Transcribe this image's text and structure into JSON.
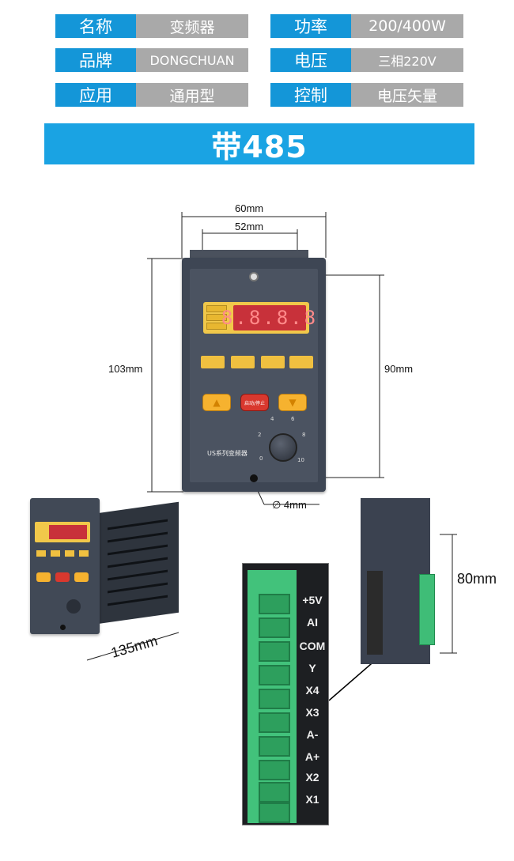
{
  "specs": [
    {
      "key": "名称",
      "value": "变频器"
    },
    {
      "key": "功率",
      "value": "200/400W"
    },
    {
      "key": "品牌",
      "value": "DONGCHUAN"
    },
    {
      "key": "电压",
      "value": "三相220V"
    },
    {
      "key": "应用",
      "value": "通用型"
    },
    {
      "key": "控制",
      "value": "电压矢量"
    }
  ],
  "banner": "带485",
  "dimensions": {
    "width_outer": "60mm",
    "width_inner": "52mm",
    "height_outer": "103mm",
    "height_inner": "90mm",
    "hole": "∅ 4mm",
    "depth": "135mm",
    "back_height": "80mm"
  },
  "device": {
    "display_digits": "8.8.8.8",
    "model_label": "US系列变频器",
    "run_stop_label": "启动/停止",
    "knob_scale": [
      "0",
      "2",
      "4",
      "6",
      "8",
      "10"
    ]
  },
  "terminal_pins": [
    "+5V",
    "AI",
    "COM",
    "Y",
    "X4",
    "X3",
    "A-",
    "A+",
    "X2",
    "X1"
  ],
  "colors": {
    "spec_key_bg": "#1496d8",
    "spec_value_bg": "#a9a9a9",
    "banner_bg": "#1aa3e3"
  }
}
